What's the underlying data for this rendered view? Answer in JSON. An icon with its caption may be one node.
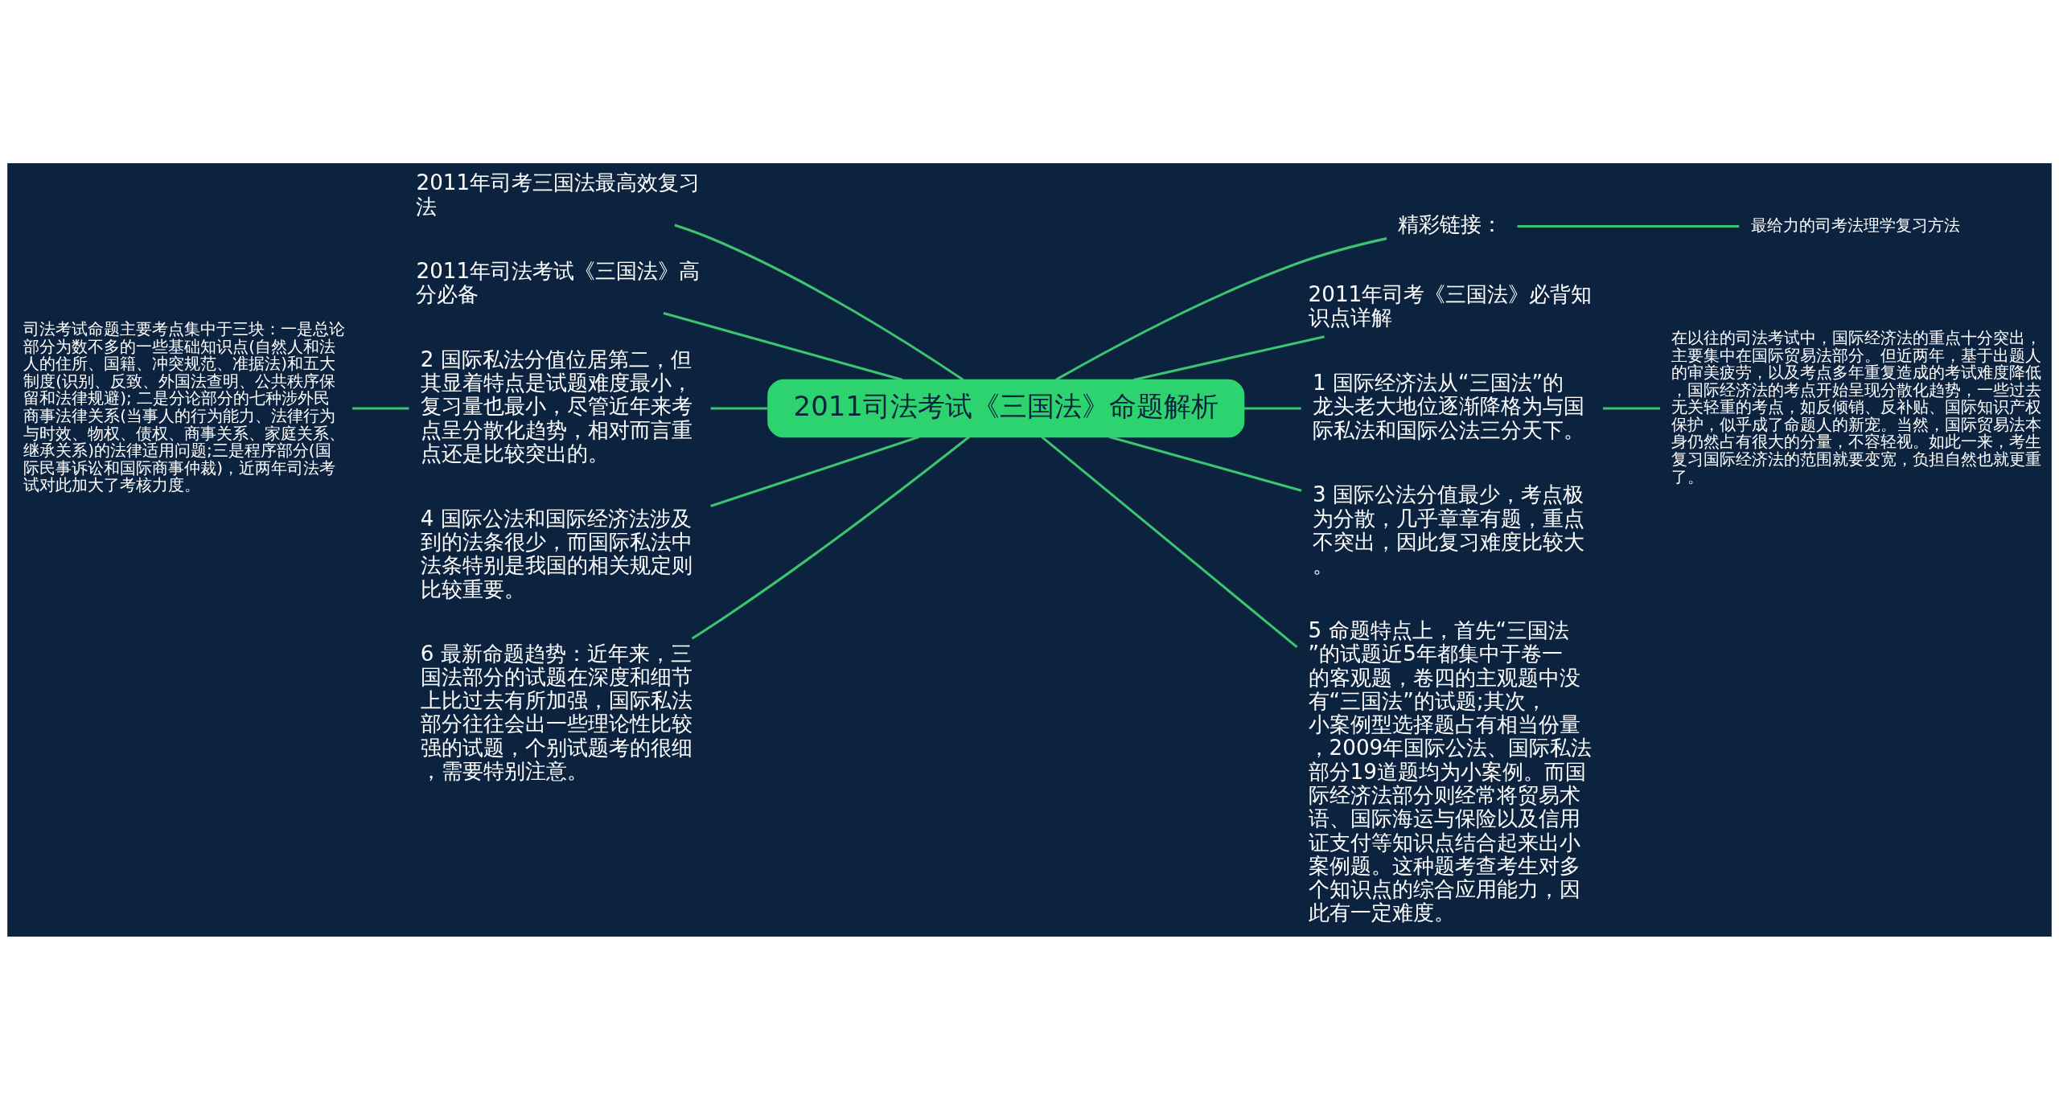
{
  "diagram": {
    "nodes": [
      {
        "text": [
          "2011司法考试《三国法》命题解析"
        ]
      },
      {
        "text": [
          "2011年司考三国法最高效复习法"
        ]
      },
      {
        "text": [
          "2011年司法考试《三国法》高分必备"
        ]
      },
      {
        "text": [
          "2 国际私法分值位居第二，但其显着特点是试题难度最小，复习量也最小，尽管近年来考点呈分散化趋势，相对而言重点还是比较突出的。"
        ]
      },
      {
        "text": [
          "司法考试命题主要考点集中于三块：一是总论部分为数不多的一些基础知识点(自然人和法人的住所、国籍、冲突规范、准据法)和五大制度(识别、反致、外国法查明、公共秩序保留和法律规避); 二是分论部分的七种涉外民商事法律关系(当事人的行为能力、法律行为与时效、物权、债权、商事关系、家庭关系、继承关系)的法律适用问题;三是程序部分(国际民事诉讼和国际商事仲裁)，近两年司法考试对此加大了考核力度。"
        ]
      },
      {
        "text": [
          "4 国际公法和国际经济法涉及到的法条很少，而国际私法中法条特别是我国的相关规定则比较重要。"
        ]
      },
      {
        "text": [
          "6 最新命题趋势：近年来，三国法部分的试题在深度和细节上比过去有所加强，国际私法部分往往会出一些理论性比较强的试题，个别试题考的很细，需要特别注意。"
        ]
      },
      {
        "text": [
          "精彩链接："
        ]
      },
      {
        "text": [
          "最给力的司考法理学复习方法"
        ]
      },
      {
        "text": [
          "2011年司考《三国法》必背知识点详解"
        ]
      },
      {
        "text": [
          "1 国际经济法从“三国法”的龙头老大地位逐渐降格为与国际私法和国际公法三分天下。"
        ]
      },
      {
        "text": [
          "在以往的司法考试中，国际经济法的重点十分突出，主要集中在国际贸易法部分。但近两年，基于出题人的审美疲劳，以及考点多年重复造成的考试难度降低，国际经济法的考点开始呈现分散化趋势，一些过去无关轻重的考点，如反倾销、反补贴、国际知识产权保护，似乎成了命题人的新宠。当然，国际贸易法本身仍然占有很大的分量，不容轻视。如此一来，考生复习国际经济法的范围就要变宽，负担自然也就更重了。"
        ]
      },
      {
        "text": [
          "3 国际公法分值最少，考点极为分散，几乎章章有题，重点不突出，因此复习难度比较大。"
        ]
      },
      {
        "text": [
          "5 命题特点上，首先“三国法”的试题近5年都集中于卷一的客观题，卷四的主观题中没有“三国法”的试题;其次，小案例型选择题占有相当份量，2009年国际公法、国际私法部分19道题均为小案例。而国际经济法部分则经常将贸易术语、国际海运与保险以及信用证支付等知识点结合起来出小案例题。这种题考查考生对多个知识点的综合应用能力，因此有一定难度。"
        ]
      }
    ],
    "edges": [
      {
        "from": 1,
        "to": 0,
        "arrow": "none"
      },
      {
        "from": 2,
        "to": 0,
        "arrow": "none"
      },
      {
        "from": 3,
        "to": 0,
        "arrow": "none"
      },
      {
        "from": 4,
        "to": 3,
        "arrow": "none"
      },
      {
        "from": 5,
        "to": 0,
        "arrow": "none"
      },
      {
        "from": 6,
        "to": 0,
        "arrow": "none"
      },
      {
        "from": 0,
        "to": 7,
        "arrow": "none"
      },
      {
        "from": 7,
        "to": 8,
        "arrow": "none"
      },
      {
        "from": 0,
        "to": 9,
        "arrow": "none"
      },
      {
        "from": 0,
        "to": 10,
        "arrow": "none"
      },
      {
        "from": 10,
        "to": 11,
        "arrow": "none"
      },
      {
        "from": 0,
        "to": 12,
        "arrow": "none"
      },
      {
        "from": 0,
        "to": 13,
        "arrow": "none"
      }
    ]
  }
}
